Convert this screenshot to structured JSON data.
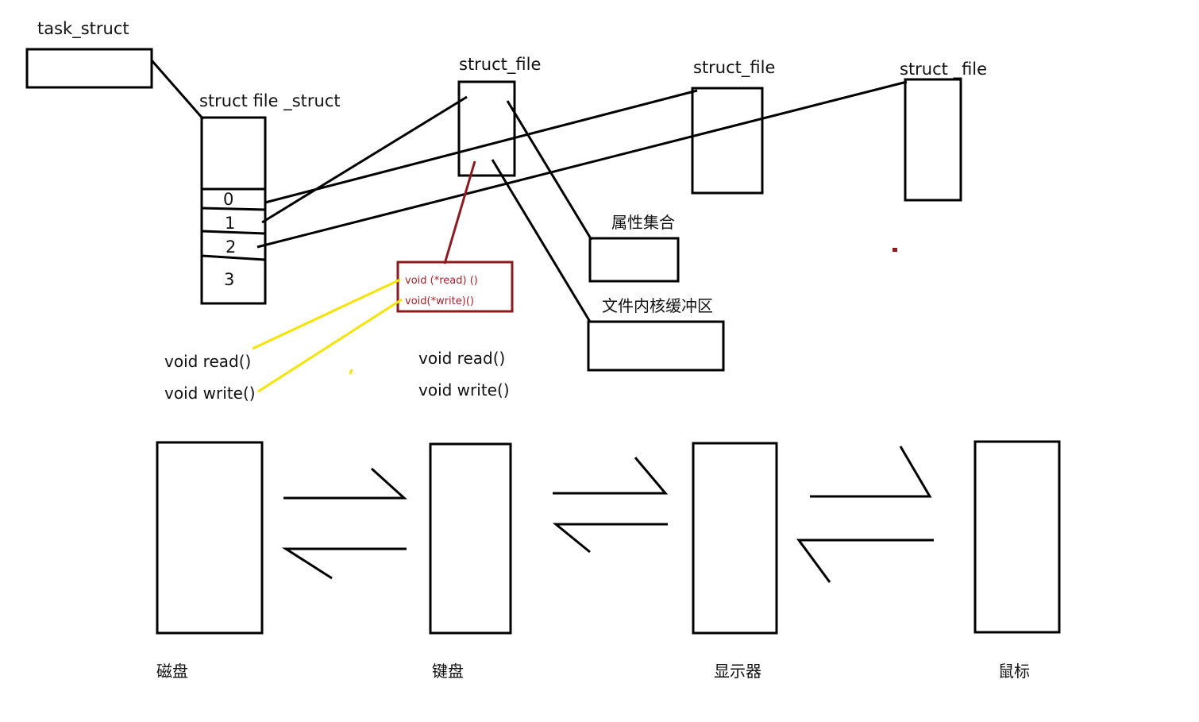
{
  "labels": {
    "task_struct": "task_struct",
    "files_struct": "struct file _struct",
    "file1": "struct_file",
    "file2": "struct_file",
    "file3": "struct _file",
    "attr": "属性集合",
    "buffer": "文件内核缓冲区",
    "left_read": "void read()",
    "left_write": "void write()",
    "mid_read": "void read()",
    "mid_write": "void  write()"
  },
  "fd_slots": [
    "0",
    "1",
    "2",
    "3"
  ],
  "func_ptrs": {
    "read": "void  (*read)  ()",
    "write": "void(*write)()"
  },
  "devices": [
    "磁盘",
    "键盘",
    "显示器",
    "鼠标"
  ],
  "colors": {
    "stroke": "#000000",
    "highlight_red": "#8b1b1f",
    "pointer_text": "#a3232a",
    "yellow": "#f4e400"
  }
}
